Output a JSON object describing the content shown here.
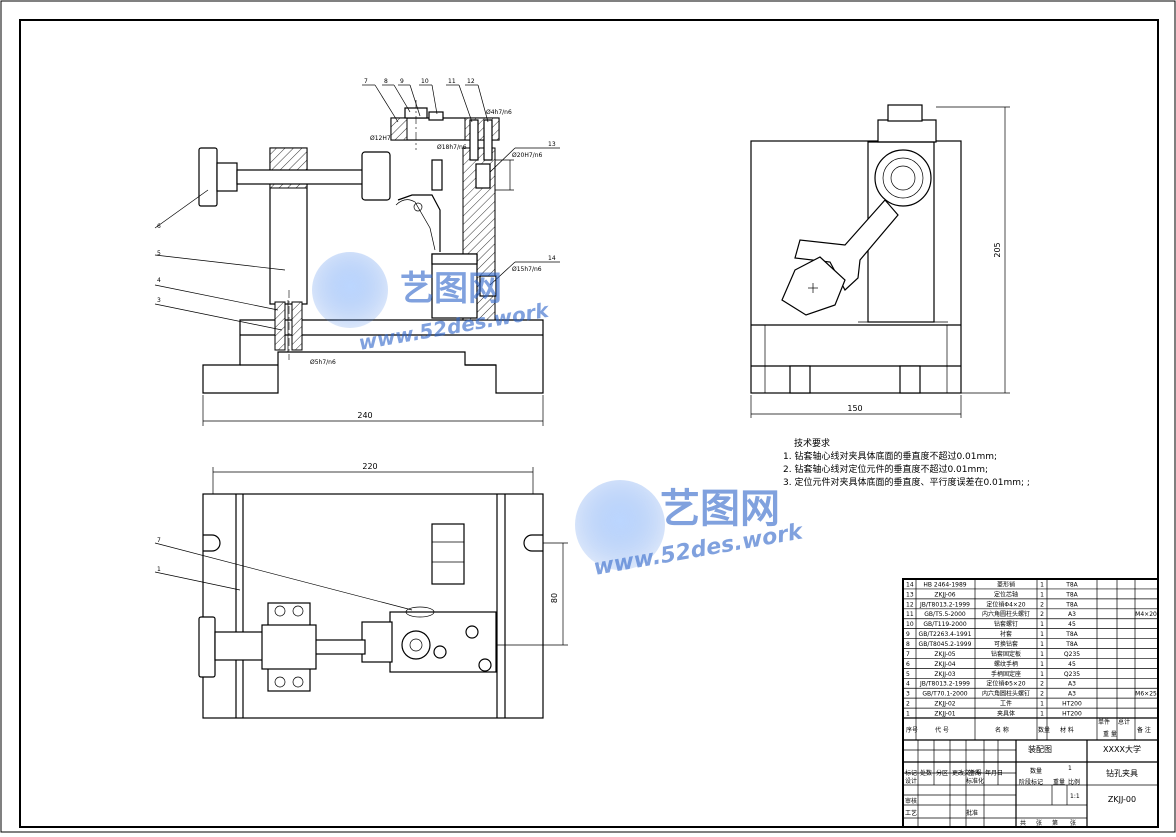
{
  "drawing": {
    "main_dims": {
      "width": "240",
      "top_width": "220",
      "side_width": "150",
      "height": "205",
      "depth": "80"
    },
    "fits": {
      "f1": "Ø4h7/n6",
      "f2": "Ø12H7",
      "f3": "Ø18h7/n6",
      "f4": "Ø20H7/n6",
      "f5": "Ø15h7/n6",
      "f6": "Ø5h7/n6"
    },
    "balloons_front": [
      "7",
      "8",
      "9",
      "10",
      "11",
      "12",
      "13",
      "14",
      "6",
      "5",
      "4",
      "3"
    ],
    "balloons_top": [
      "7",
      "1"
    ],
    "tech_req": {
      "title": "技术要求",
      "items": [
        "1. 钻套轴心线对夹具体底面的垂直度不超过0.01mm;",
        "2. 钻套轴心线对定位元件的垂直度不超过0.01mm;",
        "3. 定位元件对夹具体底面的垂直度、平行度误差在0.01mm; ;"
      ]
    },
    "watermark": {
      "brand": "艺图网",
      "url": "www.52des.work"
    }
  },
  "bom": {
    "rows": [
      {
        "no": "14",
        "code": "HB 2464-1989",
        "name": "菱形销",
        "qty": "1",
        "mat": "T8A",
        "note": ""
      },
      {
        "no": "13",
        "code": "ZKJJ-06",
        "name": "定位芯轴",
        "qty": "1",
        "mat": "T8A",
        "note": ""
      },
      {
        "no": "12",
        "code": "JB/T8013.2-1999",
        "name": "定位销Φ4×20",
        "qty": "2",
        "mat": "T8A",
        "note": ""
      },
      {
        "no": "11",
        "code": "GB/T5.5-2000",
        "name": "内六角圆柱头螺钉",
        "qty": "2",
        "mat": "A3",
        "note": "M4×20"
      },
      {
        "no": "10",
        "code": "GB/T119-2000",
        "name": "钻套螺钉",
        "qty": "1",
        "mat": "45",
        "note": ""
      },
      {
        "no": "9",
        "code": "GB/T2263.4-1991",
        "name": "衬套",
        "qty": "1",
        "mat": "T8A",
        "note": ""
      },
      {
        "no": "8",
        "code": "GB/T8045.2-1999",
        "name": "可换钻套",
        "qty": "1",
        "mat": "T8A",
        "note": ""
      },
      {
        "no": "7",
        "code": "ZKJJ-05",
        "name": "钻套固定板",
        "qty": "1",
        "mat": "Q235",
        "note": ""
      },
      {
        "no": "6",
        "code": "ZKJJ-04",
        "name": "螺纹手柄",
        "qty": "1",
        "mat": "45",
        "note": ""
      },
      {
        "no": "5",
        "code": "ZKJJ-03",
        "name": "手柄固定座",
        "qty": "1",
        "mat": "Q235",
        "note": ""
      },
      {
        "no": "4",
        "code": "JB/T8013.2-1999",
        "name": "定位销Φ5×20",
        "qty": "2",
        "mat": "A3",
        "note": ""
      },
      {
        "no": "3",
        "code": "GB/T70.1-2000",
        "name": "内六角圆柱头螺钉",
        "qty": "2",
        "mat": "A3",
        "note": "M6×25"
      },
      {
        "no": "2",
        "code": "ZKJJ-02",
        "name": "工件",
        "qty": "1",
        "mat": "HT200",
        "note": ""
      },
      {
        "no": "1",
        "code": "ZKJJ-01",
        "name": "夹具体",
        "qty": "1",
        "mat": "HT200",
        "note": ""
      }
    ],
    "header": {
      "no": "序号",
      "code": "代 号",
      "name": "名 称",
      "qty": "数量",
      "mat": "材 料",
      "w1": "单件",
      "w2": "总计",
      "weight": "重 量",
      "note": "备 注"
    }
  },
  "title_block": {
    "drawing_name": "装配图",
    "school": "XXXX大学",
    "qty_label": "数量",
    "qty_value": "1",
    "product": "钻孔夹具",
    "stage_mark": "阶段标记",
    "weight": "重量",
    "scale_label": "比例",
    "scale_value": "1:1",
    "drawing_no": "ZKJJ-00",
    "labels": [
      "标记",
      "处数",
      "分区",
      "更改文件号",
      "签名",
      "年月日"
    ],
    "design": "设计",
    "std": "标准化",
    "review": "审核",
    "process": "工艺",
    "approve": "批准",
    "sheet": [
      "共",
      "张",
      "第",
      "张"
    ]
  }
}
